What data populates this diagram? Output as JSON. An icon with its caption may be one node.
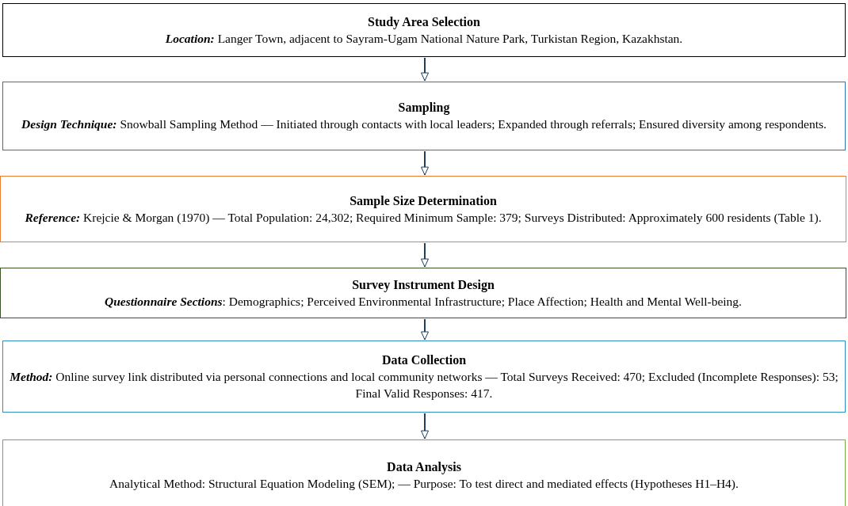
{
  "diagram": {
    "nodes": [
      {
        "text": [
          "Study Area Selection",
          "**Location:** Langer Town, adjacent to Sayram-Ugam National Nature Park, Turkistan Region, Kazakhstan."
        ]
      },
      {
        "text": [
          "Sampling",
          "**Design Technique:** Snowball Sampling Method — Initiated through contacts with local leaders; Expanded through referrals; Ensured diversity among respondents."
        ]
      },
      {
        "text": [
          "Sample Size Determination",
          "**Reference:** Krejcie & Morgan (1970) — Total Population: 24,302; Required Minimum Sample: 379; Surveys Distributed: Approximately 600 residents (Table 1)."
        ]
      },
      {
        "text": [
          "Survey Instrument Design",
          "**Questionnaire Sections**: Demographics; Perceived Environmental Infrastructure; Place Affection; Health and Mental Well-being."
        ]
      },
      {
        "text": [
          "Data Collection",
          "**Method:** Online survey link distributed via personal connections and local community networks — Total Surveys Received: 470; Excluded (Incomplete Responses): 53; Final Valid Responses: 417."
        ]
      },
      {
        "text": [
          "Data Analysis",
          "Analytical Method: Structural Equation Modeling (SEM); — Purpose: To test direct and mediated effects (Hypotheses H1–H4)."
        ]
      }
    ],
    "edges": [
      {
        "from": 0,
        "to": 1,
        "arrow": "to"
      },
      {
        "from": 1,
        "to": 2,
        "arrow": "to"
      },
      {
        "from": 2,
        "to": 3,
        "arrow": "to"
      },
      {
        "from": 3,
        "to": 4,
        "arrow": "to"
      },
      {
        "from": 4,
        "to": 5,
        "arrow": "to"
      }
    ]
  }
}
